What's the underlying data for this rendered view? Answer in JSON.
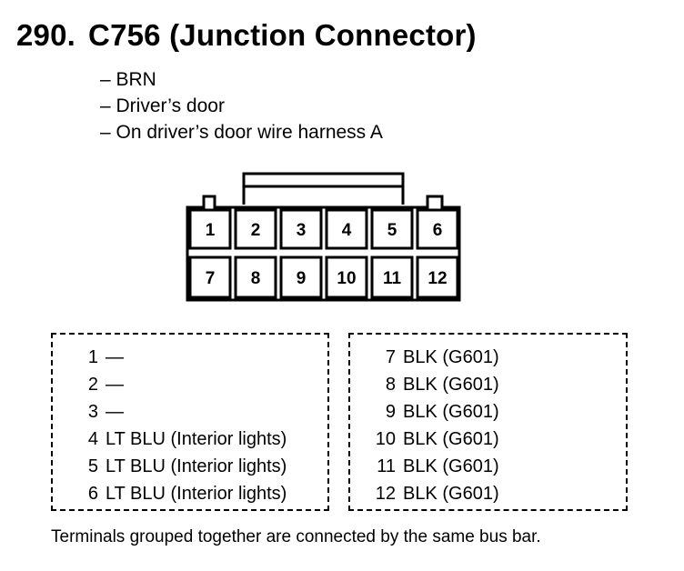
{
  "header": {
    "number": "290.",
    "title": "C756 (Junction Connector)"
  },
  "details": [
    "– BRN",
    "– Driver’s door",
    "– On driver’s door wire harness A"
  ],
  "connector": {
    "top_row": [
      "1",
      "2",
      "3",
      "4",
      "5",
      "6"
    ],
    "bottom_row": [
      "7",
      "8",
      "9",
      "10",
      "11",
      "12"
    ]
  },
  "groups": [
    {
      "rows": [
        {
          "pin": "1",
          "desc": "—"
        },
        {
          "pin": "2",
          "desc": "—"
        },
        {
          "pin": "3",
          "desc": "—"
        },
        {
          "pin": "4",
          "desc": "LT BLU (Interior lights)"
        },
        {
          "pin": "5",
          "desc": "LT BLU (Interior lights)"
        },
        {
          "pin": "6",
          "desc": "LT BLU (Interior lights)"
        }
      ]
    },
    {
      "rows": [
        {
          "pin": "7",
          "desc": "BLK (G601)"
        },
        {
          "pin": "8",
          "desc": "BLK (G601)"
        },
        {
          "pin": "9",
          "desc": "BLK (G601)"
        },
        {
          "pin": "10",
          "desc": "BLK (G601)"
        },
        {
          "pin": "11",
          "desc": "BLK (G601)"
        },
        {
          "pin": "12",
          "desc": "BLK (G601)"
        }
      ]
    }
  ],
  "footnote": "Terminals grouped together are connected by the same bus bar."
}
